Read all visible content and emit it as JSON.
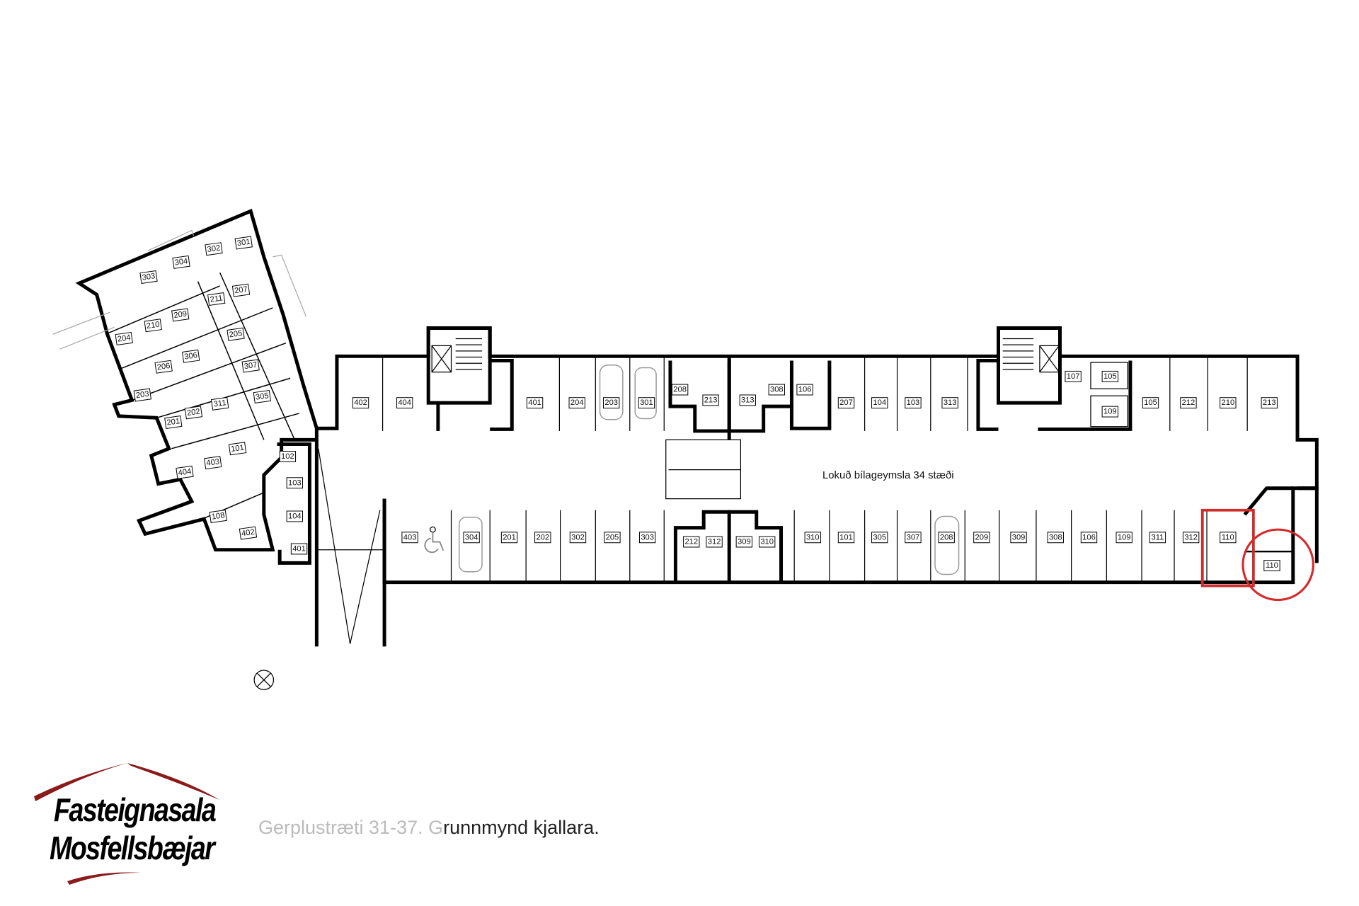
{
  "plan": {
    "area_label": "Lokuð bílageymsla 34 stæði",
    "top_row": [
      "402",
      "404",
      "401",
      "204",
      "203",
      "301",
      "208",
      "213",
      "313",
      "308",
      "106",
      "207",
      "104",
      "103",
      "313",
      "107",
      "105",
      "109",
      "105",
      "212",
      "210",
      "213"
    ],
    "bottom_row": [
      "403",
      "304",
      "201",
      "202",
      "302",
      "205",
      "303",
      "212",
      "312",
      "309",
      "310",
      "310",
      "101",
      "305",
      "307",
      "208",
      "209",
      "309",
      "308",
      "106",
      "109",
      "311",
      "312",
      "110"
    ],
    "wing_units": [
      "301",
      "302",
      "304",
      "303",
      "207",
      "211",
      "209",
      "210",
      "204",
      "205",
      "306",
      "206",
      "307",
      "203",
      "305",
      "311",
      "202",
      "201",
      "101",
      "403",
      "404",
      "108",
      "402"
    ],
    "side_units": [
      "102",
      "103",
      "104",
      "401"
    ],
    "highlighted_unit": "110",
    "highlight_color": "#d42a2a"
  },
  "caption": {
    "faded": "Gerplustræti 31-37. G",
    "text": "runnmynd kjallara."
  },
  "logo": {
    "line1": "Fasteignasala",
    "line2": "Mosfellsbæjar",
    "color": "#8b1a1a"
  }
}
